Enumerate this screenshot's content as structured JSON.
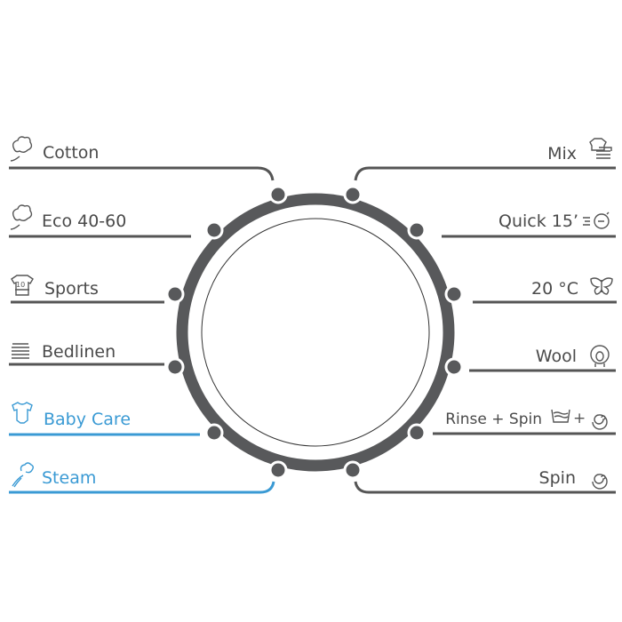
{
  "colors": {
    "text": "#4a4a4a",
    "accent": "#3a9ad4",
    "dial": "#58595b"
  },
  "programs": {
    "left": [
      {
        "label": "Cotton",
        "icon": "cotton-icon"
      },
      {
        "label": "Eco 40-60",
        "icon": "cotton-icon"
      },
      {
        "label": "Sports",
        "icon": "sports-shirt-icon"
      },
      {
        "label": "Bedlinen",
        "icon": "bedlinen-icon"
      },
      {
        "label": "Baby Care",
        "icon": "baby-bodysuit-icon",
        "highlighted": true
      },
      {
        "label": "Steam",
        "icon": "steam-icon",
        "highlighted": true
      }
    ],
    "right": [
      {
        "label": "Mix",
        "icon": "mix-laundry-icon"
      },
      {
        "label": "Quick 15’",
        "icon": "stopwatch-icon"
      },
      {
        "label": "20 °C",
        "icon": "butterfly-icon"
      },
      {
        "label": "Wool",
        "icon": "sheep-icon"
      },
      {
        "label": "Rinse + Spin",
        "icon": "rinse-spin-icon",
        "icon_text": "+"
      },
      {
        "label": "Spin",
        "icon": "spin-icon"
      }
    ]
  }
}
